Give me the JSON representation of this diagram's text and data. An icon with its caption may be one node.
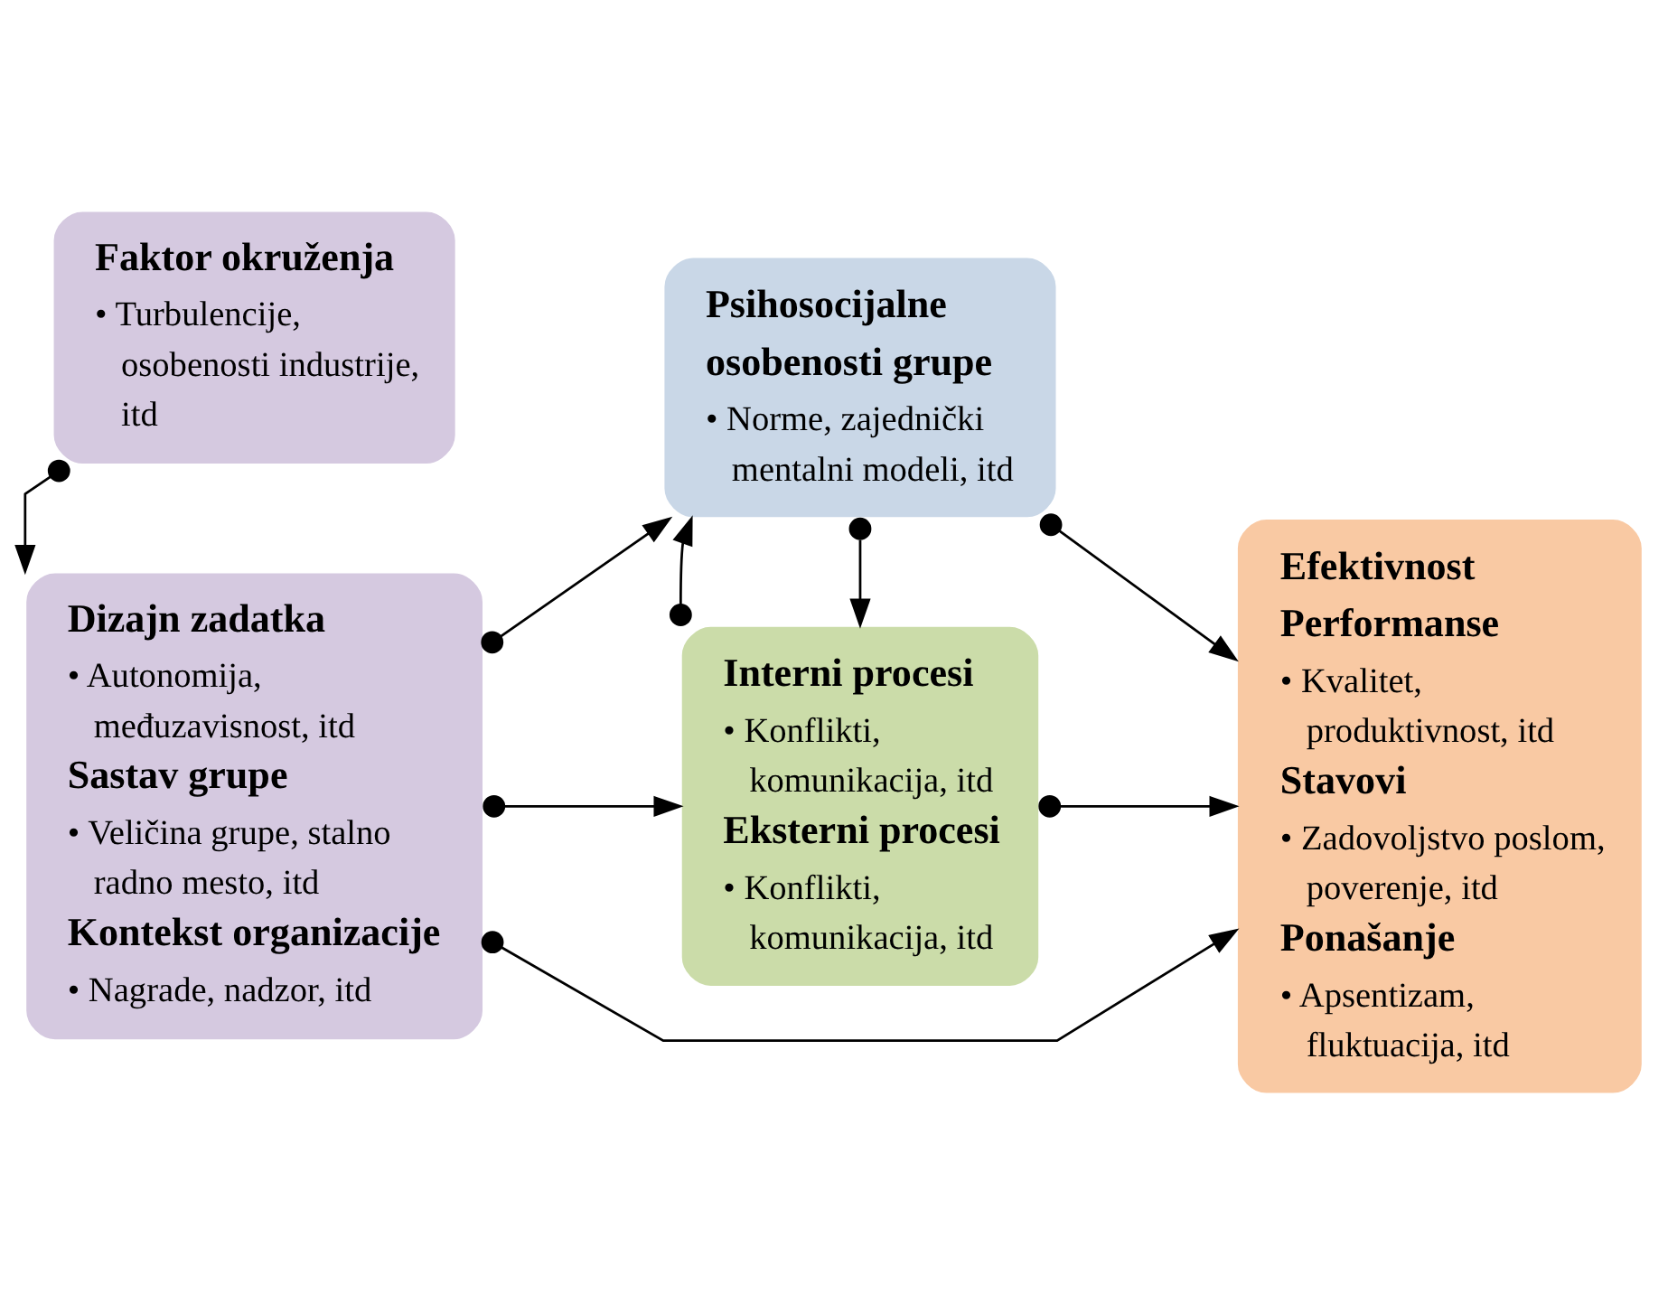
{
  "diagram": {
    "nodes": [
      {
        "text": [
          "Dizajn zadatka",
          "• Autonomija, međuzavisnost, itd",
          "Sastav grupe",
          "• Veličina grupe, stalno radno mesto, itd",
          "Kontekst organizacije",
          "• Nagrade, nadzor, itd"
        ]
      },
      {
        "text": [
          "Faktor okruženja",
          "• Turbulencije, osobenosti industrije, itd"
        ]
      },
      {
        "text": [
          "Interni procesi",
          "• Konflikti, komunikacija, itd",
          "Eksterni procesi",
          "• Konflikti, komunikacija, itd"
        ]
      },
      {
        "text": [
          "Psihosocijalne osobenosti grupe",
          "• Norme, zajednički mentalni modeli, itd"
        ]
      },
      {
        "text": [
          "Efektivnost",
          "Performanse",
          "• Kvalitet, produktivnost, itd",
          "Stavovi",
          "• Zadovoljstvo poslom, poverenje, itd",
          "Ponašanje",
          "• Apsentizam, fluktuacija, itd"
        ]
      }
    ],
    "edges": [
      {
        "from": 0,
        "to": 4,
        "arrow": "to"
      },
      {
        "from": 0,
        "to": 2,
        "arrow": "to"
      },
      {
        "from": 0,
        "to": 3,
        "arrow": "to"
      },
      {
        "from": 1,
        "to": 0,
        "arrow": "to"
      },
      {
        "from": 3,
        "to": 2,
        "arrow": "to"
      },
      {
        "from": 2,
        "to": 3,
        "arrow": "to"
      },
      {
        "from": 2,
        "to": 4,
        "arrow": "to"
      },
      {
        "from": 3,
        "to": 4,
        "arrow": "to"
      }
    ]
  }
}
